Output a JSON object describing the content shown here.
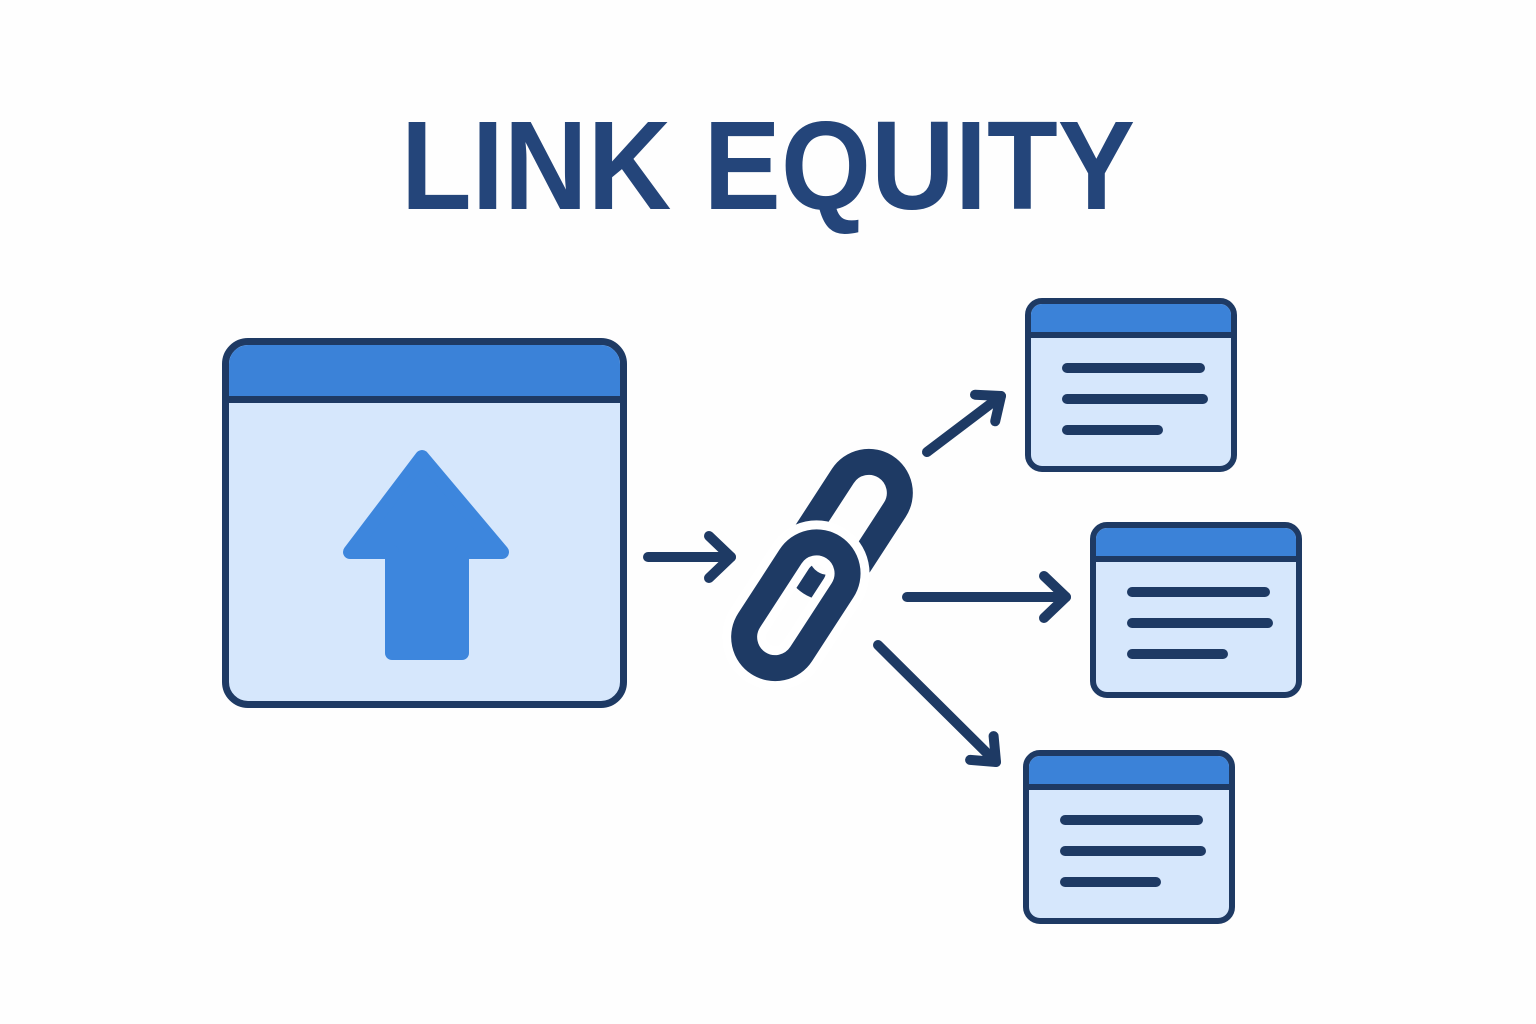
{
  "title": "LINK EQUITY",
  "colors": {
    "bg": "#fefefe",
    "ink": "#1e3a64",
    "title_ink": "#24457a",
    "blue": "#3b82d8",
    "panel": "#d6e7fc",
    "arrow_blue": "#3d86dd"
  },
  "icons": {
    "source_window": "browser-window-icon",
    "upload": "upload-arrow-icon",
    "chain": "chain-link-icon",
    "flow": "arrow-icon",
    "target_card": "webpage-card-icon"
  },
  "source_window": {
    "titlebar": true,
    "content": "upload-arrow"
  },
  "chain": {
    "links": 2,
    "orientation_deg": 33
  },
  "flow_arrows": [
    {
      "from": "source-window",
      "to": "chain-link",
      "direction": "right"
    },
    {
      "from": "chain-link",
      "to": "target-card-top",
      "direction": "up-right"
    },
    {
      "from": "chain-link",
      "to": "target-card-middle",
      "direction": "right"
    },
    {
      "from": "chain-link",
      "to": "target-card-bottom",
      "direction": "down-right"
    }
  ],
  "target_cards": [
    {
      "position": "top-right",
      "titlebar": true,
      "text_lines": 3
    },
    {
      "position": "middle-right",
      "titlebar": true,
      "text_lines": 3
    },
    {
      "position": "bottom-right",
      "titlebar": true,
      "text_lines": 3
    }
  ]
}
